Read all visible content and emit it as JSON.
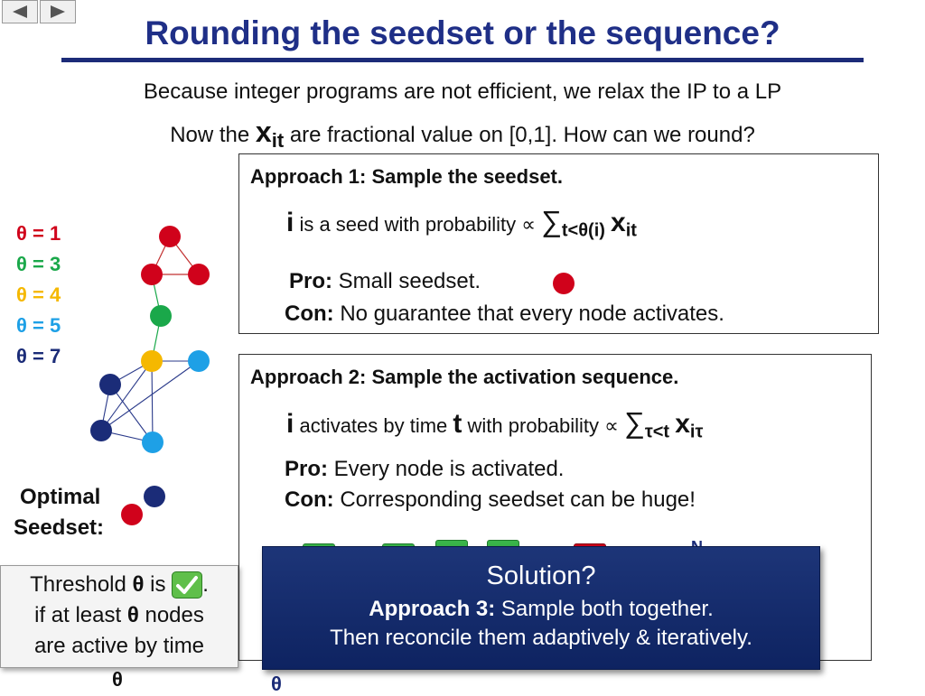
{
  "nav": {
    "prev_icon": "triangle-left-icon",
    "next_icon": "triangle-right-icon"
  },
  "title": "Rounding the seedset or the sequence?",
  "subtitle": {
    "line1": "Because integer programs are not efficient, we relax the IP to a LP",
    "line2_pre": "Now the ",
    "line2_var": "x",
    "line2_sub": "it",
    "line2_post": " are fractional value on [0,1].  How can we round?"
  },
  "legend": [
    {
      "theta": "θ",
      "eq": " = 1",
      "color": "#d0021b"
    },
    {
      "theta": "θ",
      "eq": " = 3",
      "color": "#1aa84a"
    },
    {
      "theta": "θ",
      "eq": " = 4",
      "color": "#f5b800"
    },
    {
      "theta": "θ",
      "eq": " = 5",
      "color": "#1ea0e6"
    },
    {
      "theta": "θ",
      "eq": " = 7",
      "color": "#1b2c78"
    }
  ],
  "approach1": {
    "heading": "Approach 1: Sample the seedset.",
    "i": "i",
    "rule_text": " is a seed with probability ∝ ",
    "sum": "∑",
    "sum_sub": "t<θ(i)",
    "x": "x",
    "x_sub": "it",
    "pro_label": "Pro:",
    "pro_text": " Small seedset.",
    "con_label": "Con:",
    "con_text": " No guarantee that every node activates."
  },
  "approach2": {
    "heading": "Approach 2: Sample the activation sequence.",
    "i": "i",
    "rule_a": " activates by time ",
    "t": "t",
    "rule_b": " with probability ∝ ",
    "sum": "∑",
    "sum_sub": "τ<t",
    "x": "x",
    "x_sub": "iτ",
    "pro_label": "Pro:",
    "pro_text": "  Every node is activated.",
    "con_label": "Con:",
    "con_text": " Corresponding seedset can be huge!",
    "partial_letter": "N"
  },
  "optimal": {
    "line1": "Optimal",
    "line2": "Seedset:"
  },
  "threshold": {
    "pre": "Threshold ",
    "theta": "θ",
    "mid": " is",
    "post": ".",
    "line2_pre": "if at least ",
    "line2_theta": "θ",
    "line2_post": " nodes",
    "line3": "are active by time",
    "line4": "θ",
    "check_icon": "green-check-icon"
  },
  "stray_theta": "θ",
  "solution": {
    "title": "Solution?",
    "a3_label": "Approach 3:",
    "a3_text": "  Sample both together.",
    "line3": "Then reconcile them adaptively & iteratively."
  },
  "colors": {
    "title": "#1f2f87",
    "red": "#d0021b",
    "green": "#1aa84a",
    "yellow": "#f5b800",
    "lightblue": "#1ea0e6",
    "navy": "#1b2c78",
    "callout": "#162d6e"
  }
}
